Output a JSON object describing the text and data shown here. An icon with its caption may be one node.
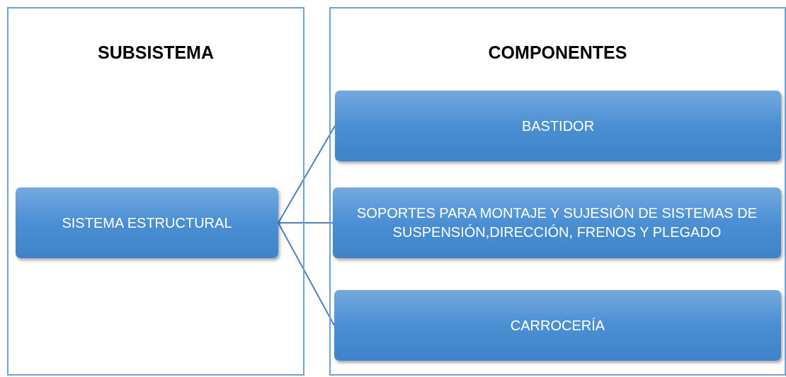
{
  "diagram": {
    "nodes": [
      {
        "text": [
          "SUBSISTEMA"
        ]
      },
      {
        "text": [
          "SISTEMA ESTRUCTURAL"
        ],
        "in": 0
      },
      {
        "text": [
          "COMPONENTES"
        ]
      },
      {
        "text": [
          "BASTIDOR"
        ],
        "in": 2
      },
      {
        "text": [
          "SOPORTES PARA MONTAJE Y SUJESIÓN DE SISTEMAS DE SUSPENSIÓN,DIRECCIÓN, FRENOS Y PLEGADO"
        ],
        "in": 2
      },
      {
        "text": [
          "CARROCERÍA"
        ],
        "in": 2
      }
    ],
    "edges": [
      {
        "from": 1,
        "to": 3,
        "arrow": "none"
      },
      {
        "from": 1,
        "to": 4,
        "arrow": "none"
      },
      {
        "from": 1,
        "to": 5,
        "arrow": "none"
      }
    ]
  }
}
